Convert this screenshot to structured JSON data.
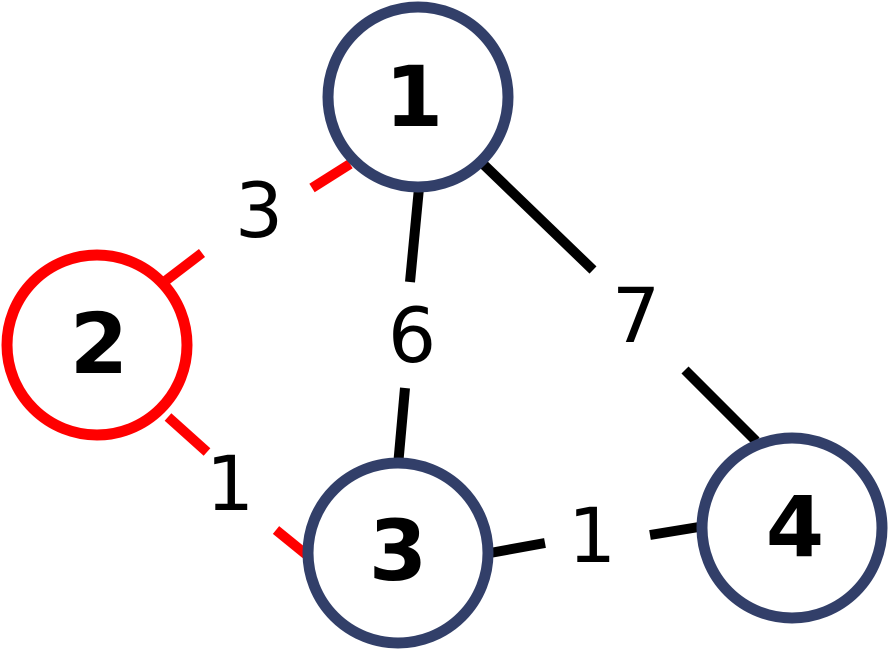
{
  "colors": {
    "node_default": "#323f69",
    "highlight": "#ff0000",
    "edge_default": "#000000",
    "text": "#000000"
  },
  "nodes": [
    {
      "id": "1",
      "label": "1",
      "highlighted": false
    },
    {
      "id": "2",
      "label": "2",
      "highlighted": true
    },
    {
      "id": "3",
      "label": "3",
      "highlighted": false
    },
    {
      "id": "4",
      "label": "4",
      "highlighted": false
    }
  ],
  "edges": [
    {
      "id": "1-2",
      "from": "1",
      "to": "2",
      "weight": "3",
      "highlighted": true
    },
    {
      "id": "1-3",
      "from": "1",
      "to": "3",
      "weight": "6",
      "highlighted": false
    },
    {
      "id": "1-4",
      "from": "1",
      "to": "4",
      "weight": "7",
      "highlighted": false
    },
    {
      "id": "2-3",
      "from": "2",
      "to": "3",
      "weight": "1",
      "highlighted": true
    },
    {
      "id": "3-4",
      "from": "3",
      "to": "4",
      "weight": "1",
      "highlighted": false
    }
  ]
}
